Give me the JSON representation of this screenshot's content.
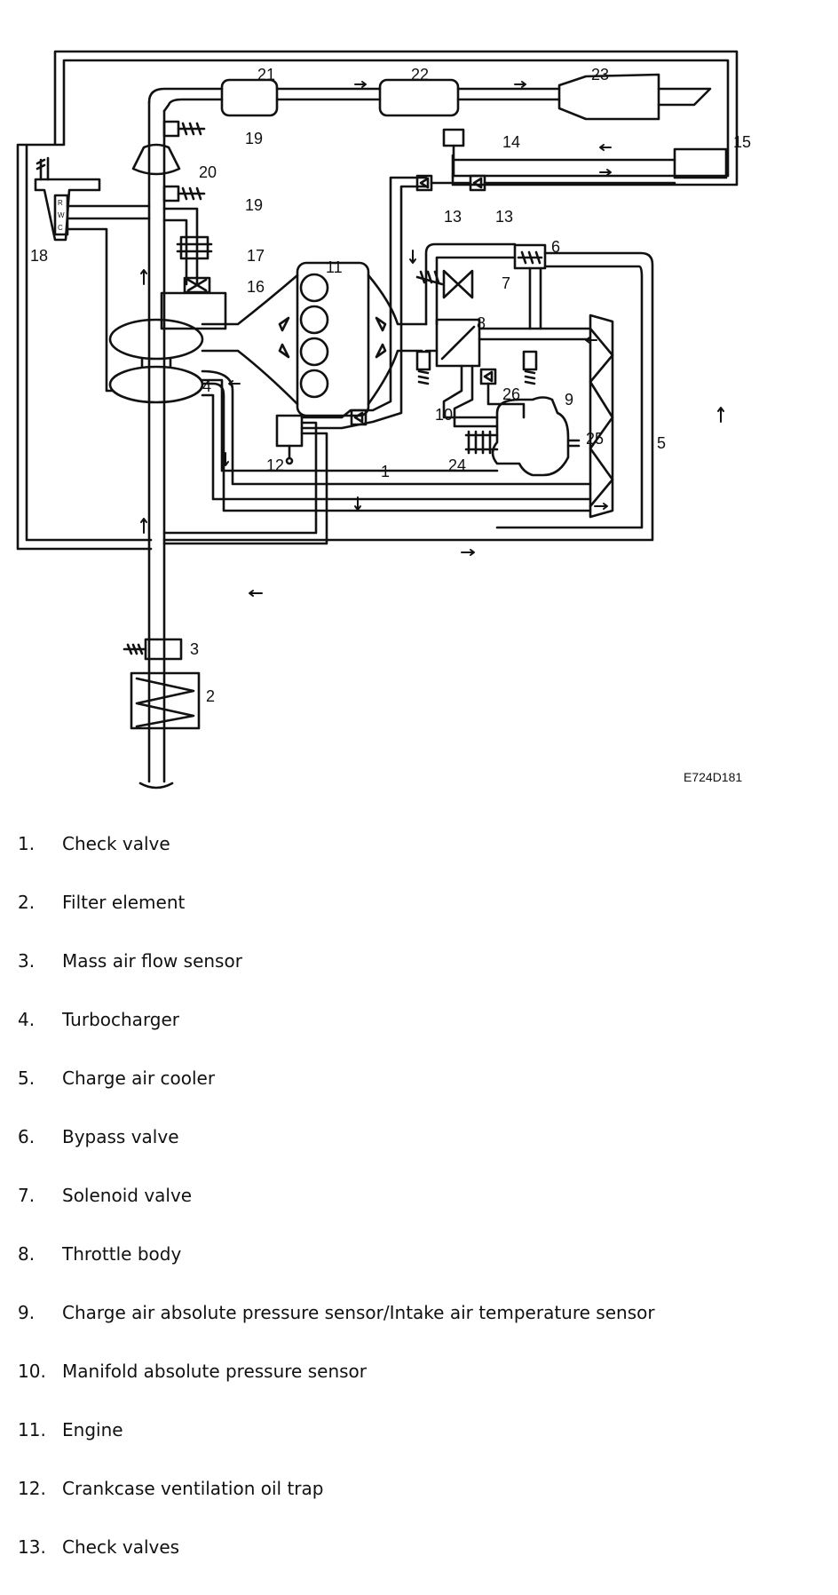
{
  "diagram": {
    "figure_code": "E724D181",
    "labels": {
      "c1": "1",
      "c2": "2",
      "c3": "3",
      "c4": "4",
      "c5": "5",
      "c6": "6",
      "c7": "7",
      "c8": "8",
      "c9": "9",
      "c10": "10",
      "c11": "11",
      "c12": "12",
      "c13a": "13",
      "c13b": "13",
      "c14": "14",
      "c15": "15",
      "c16": "16",
      "c17": "17",
      "c18": "18",
      "c19a": "19",
      "c19b": "19",
      "c20": "20",
      "c21": "21",
      "c22": "22",
      "c23": "23",
      "c24": "24",
      "c25": "25",
      "c26": "26"
    },
    "connector_pins": {
      "r": "R",
      "w": "W",
      "c": "C"
    }
  },
  "legend": [
    {
      "num": "1.",
      "text": "Check valve"
    },
    {
      "num": "2.",
      "text": "Filter element"
    },
    {
      "num": "3.",
      "text": "Mass air flow sensor"
    },
    {
      "num": "4.",
      "text": "Turbocharger"
    },
    {
      "num": "5.",
      "text": "Charge air cooler"
    },
    {
      "num": "6.",
      "text": "Bypass valve"
    },
    {
      "num": "7.",
      "text": "Solenoid valve"
    },
    {
      "num": "8.",
      "text": "Throttle body"
    },
    {
      "num": "9.",
      "text": "Charge air absolute pressure sensor/Intake air temperature sensor"
    },
    {
      "num": "10.",
      "text": "Manifold absolute pressure sensor"
    },
    {
      "num": "11.",
      "text": "Engine"
    },
    {
      "num": "12.",
      "text": "Crankcase ventilation oil trap"
    },
    {
      "num": "13.",
      "text": "Check valves"
    }
  ]
}
